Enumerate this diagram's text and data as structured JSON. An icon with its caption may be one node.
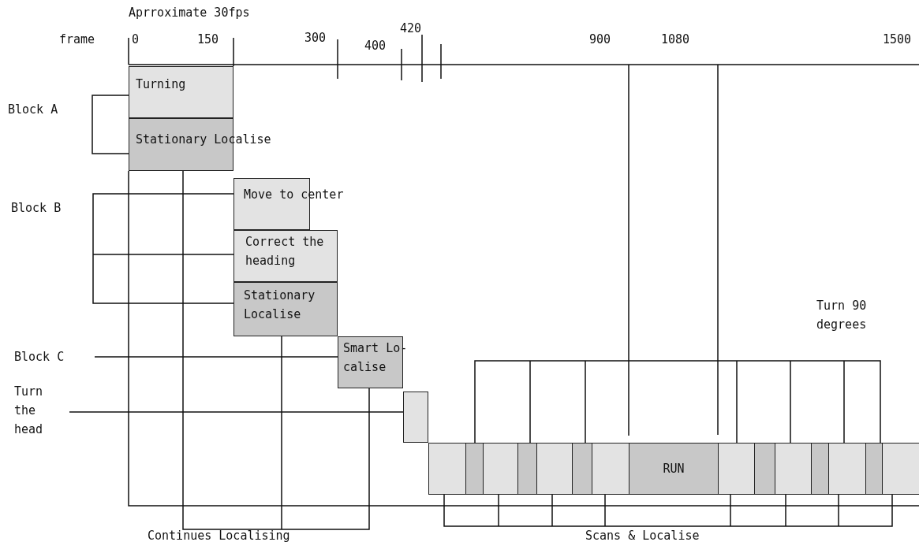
{
  "diagram": {
    "nodes": [
      {
        "text": [
          "Turning"
        ]
      },
      {
        "text": [
          "Stationary Localise"
        ]
      },
      {
        "text": [
          "Move to center"
        ]
      },
      {
        "text": [
          "Correct the heading"
        ]
      },
      {
        "text": [
          "Stationary Localise"
        ]
      },
      {
        "text": [
          "Block C"
        ]
      },
      {
        "text": [
          "Smart Lo-calise"
        ]
      },
      {
        "text": [
          "Turn the head"
        ]
      },
      {
        "text": [],
        "shape": "box"
      },
      {
        "text": [],
        "shape": "box"
      },
      {
        "text": [],
        "shape": "box"
      },
      {
        "text": [],
        "shape": "box"
      },
      {
        "text": [],
        "shape": "box"
      },
      {
        "text": [],
        "shape": "box"
      },
      {
        "text": [],
        "shape": "box"
      },
      {
        "text": [],
        "shape": "box"
      },
      {
        "text": [
          "RUN"
        ]
      },
      {
        "text": [],
        "shape": "box"
      },
      {
        "text": [],
        "shape": "box"
      },
      {
        "text": [],
        "shape": "box"
      },
      {
        "text": [],
        "shape": "box"
      },
      {
        "text": [],
        "shape": "box"
      },
      {
        "text": [],
        "shape": "box"
      },
      {
        "text": [],
        "shape": "box"
      }
    ],
    "edges": [
      {
        "from": 5,
        "to": 6,
        "arrow": "none"
      },
      {
        "from": 7,
        "to": 8,
        "arrow": "none"
      }
    ],
    "labels": [
      "Aprroximate 30fps",
      "frame",
      "0",
      "150",
      "300",
      "420",
      "400",
      "900",
      "1080",
      "1500",
      "Block A",
      "Block B",
      "Turn 90 degrees",
      "Continues Localising",
      "Scans & Localise"
    ]
  }
}
